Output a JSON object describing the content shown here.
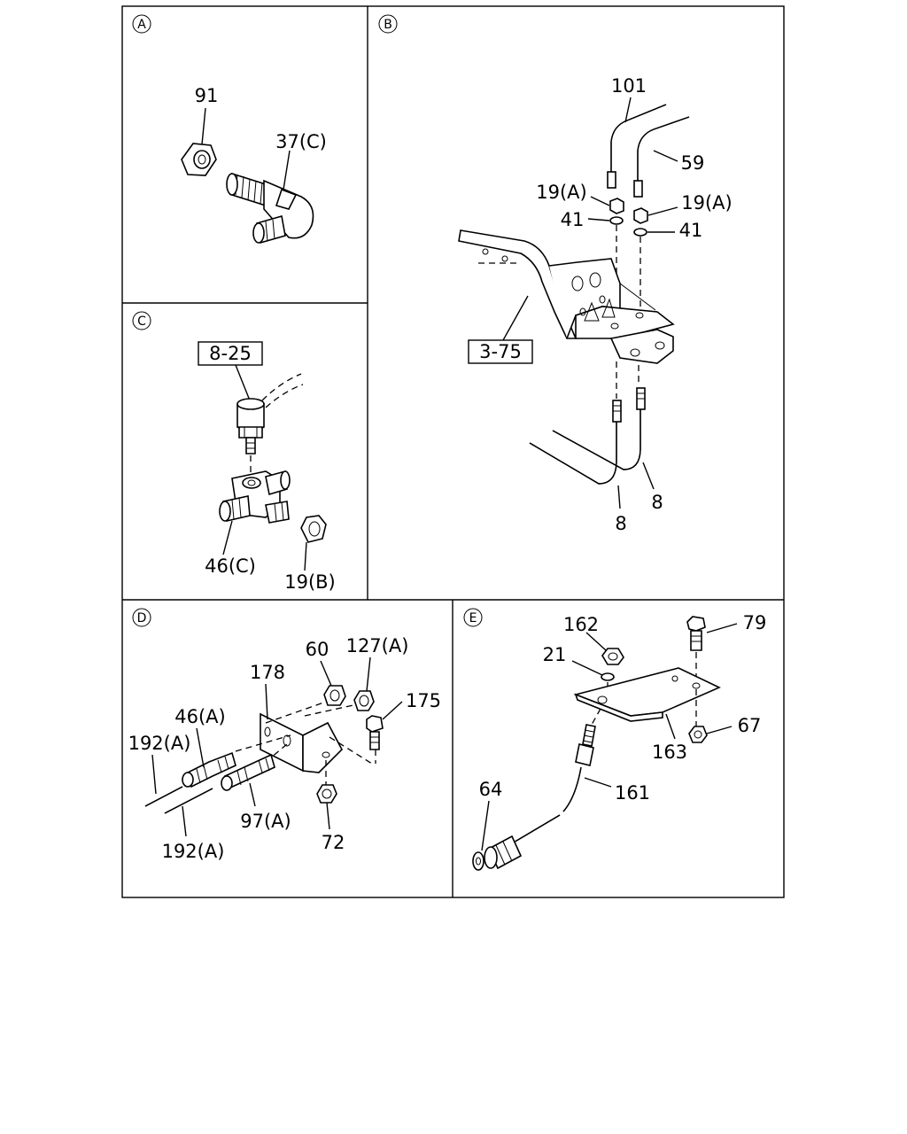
{
  "sections": {
    "A": {
      "marker": "A",
      "labels": {
        "nut": "91",
        "fitting": "37(C)"
      }
    },
    "B": {
      "marker": "B",
      "labels": {
        "pipe_top_1": "101",
        "pipe_top_2": "59",
        "nut_left": "19(A)",
        "nut_right": "19(A)",
        "washer_left": "41",
        "washer_right": "41",
        "bracket_ref": "3-75",
        "pipe_bottom_1": "8",
        "pipe_bottom_2": "8"
      }
    },
    "C": {
      "marker": "C",
      "labels": {
        "switch_ref": "8-25",
        "tee_fitting": "46(C)",
        "nut": "19(B)"
      }
    },
    "D": {
      "marker": "D",
      "labels": {
        "nut_60": "60",
        "nut_127": "127(A)",
        "bracket": "178",
        "bolt": "175",
        "fitting_46": "46(A)",
        "pipe_upper": "192(A)",
        "pipe_lower": "192(A)",
        "fitting_97": "97(A)",
        "nut_72": "72"
      }
    },
    "E": {
      "marker": "E",
      "labels": {
        "nut_162": "162",
        "bolt_79": "79",
        "washer_21": "21",
        "nut_67": "67",
        "bracket_163": "163",
        "hose_161": "161",
        "washer_64": "64"
      }
    }
  }
}
